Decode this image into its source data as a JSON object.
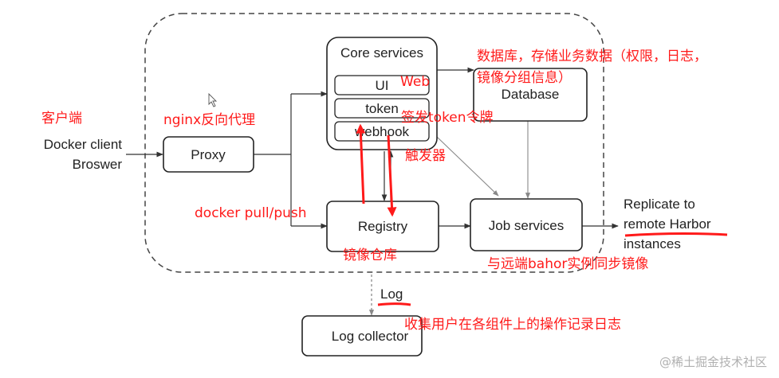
{
  "diagram": {
    "components": {
      "client": {
        "line1": "Docker client",
        "line2": "Broswer"
      },
      "proxy": "Proxy",
      "core_services": "Core services",
      "ui": "UI",
      "token": "token",
      "webhook": "webhook",
      "database": "Database",
      "registry": "Registry",
      "job_services": "Job services",
      "replicate": {
        "line1": "Replicate to",
        "line2": "remote Harbor",
        "line3": "instances"
      },
      "log_label": "Log",
      "log_collector": "Log collector"
    },
    "annotations": {
      "client": "客户端",
      "proxy": "nginx反向代理",
      "database_line1": "数据库，存储业务数据（权限，日志，",
      "database_line2": "镜像分组信息）",
      "web": "Web",
      "token": "签发token令牌",
      "webhook": "触发器",
      "docker_pull_push": "docker pull/push",
      "registry": "镜像仓库",
      "job_services": "与远端bahor实例同步镜像",
      "log": "收集用户在各组件上的操作记录日志"
    },
    "watermark": "@稀土掘金技术社区",
    "colors": {
      "annotation": "#ff1a1a",
      "lines": "#333333",
      "boundary": "#444444"
    }
  }
}
